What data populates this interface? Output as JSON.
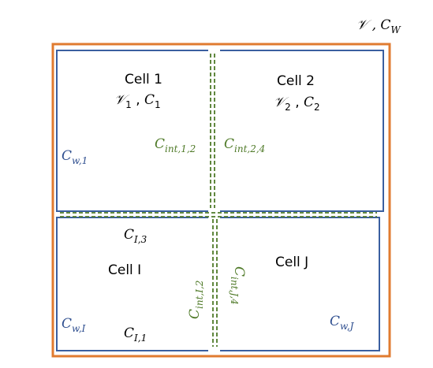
{
  "colors": {
    "outer_boundary": "#e07b30",
    "cell_boundary": "#3a5fa0",
    "interface_line": "#4f7a28",
    "cell_wall_text": "#2e4e8f",
    "interface_text": "#4f7a28",
    "text": "#000000"
  },
  "global": {
    "label": "𝒱 , C",
    "sub": "W"
  },
  "cells": {
    "cell1": {
      "title": "Cell 1",
      "volume": "𝒱",
      "volume_sub": "1",
      "conductance": "C",
      "conductance_sub": "1",
      "wall": "C",
      "wall_sub": "w,1"
    },
    "cell2": {
      "title": "Cell 2",
      "volume": "𝒱",
      "volume_sub": "2",
      "conductance": "C",
      "conductance_sub": "2"
    },
    "cellI": {
      "title": "Cell I",
      "wall": "C",
      "wall_sub": "w,I",
      "top": "C",
      "top_sub": "I,3",
      "bottom": "C",
      "bottom_sub": "I,1"
    },
    "cellJ": {
      "title": "Cell J",
      "wall": "C",
      "wall_sub": "w,J"
    }
  },
  "interfaces": {
    "int12": {
      "main": "C",
      "sub": "int,1,2"
    },
    "int24": {
      "main": "C",
      "sub": "int,2,4"
    },
    "intI2": {
      "main": "C",
      "sub": "int,I,2"
    },
    "intJ4": {
      "main": "C",
      "sub": "int,J,4"
    }
  }
}
